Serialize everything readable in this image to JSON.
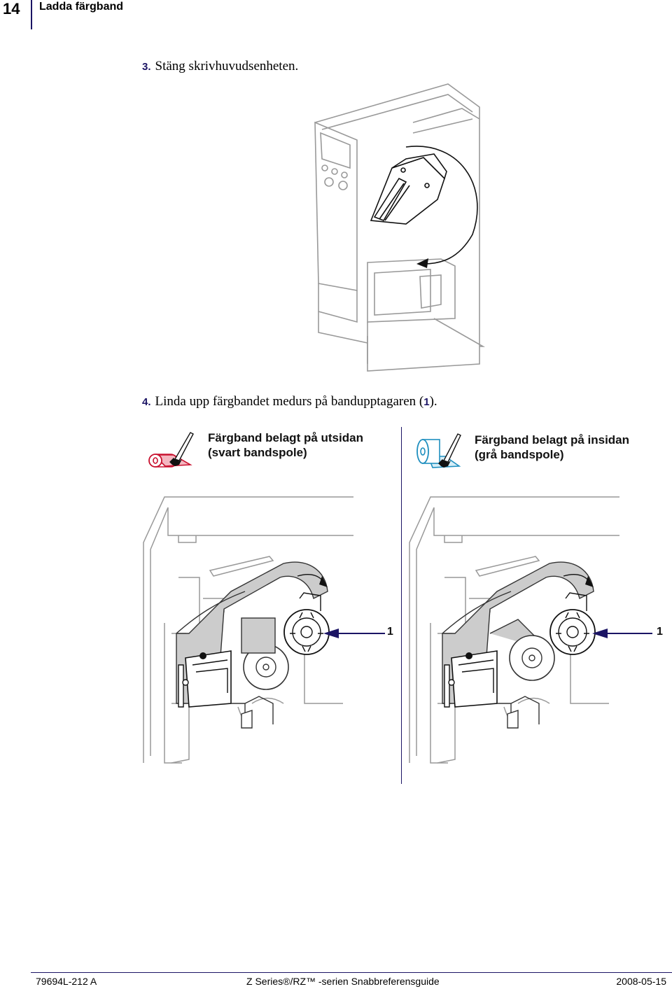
{
  "header": {
    "page_number": "14",
    "section_title": "Ladda färgband"
  },
  "steps": [
    {
      "number": "3.",
      "text": "Stäng skrivhuvudsenheten."
    },
    {
      "number": "4.",
      "text": "Linda upp färgbandet medurs på bandupptagaren (",
      "ref": "1",
      "suffix": ")."
    }
  ],
  "captions": {
    "outside": {
      "line1": "Färgband belagt på utsidan",
      "line2": "(svart bandspole)"
    },
    "inside": {
      "line1": "Färgband belagt på insidan",
      "line2": "(grå bandspole)"
    }
  },
  "callouts": {
    "left": "1",
    "right": "1"
  },
  "footer": {
    "doc_number": "79694L-212 A",
    "guide_title": "Z Series®/RZ™ -serien Snabbreferensguide",
    "date": "2008-05-15"
  },
  "colors": {
    "accent": "#1b1464",
    "warning": "#c8102e",
    "info": "#1f8fbf"
  }
}
